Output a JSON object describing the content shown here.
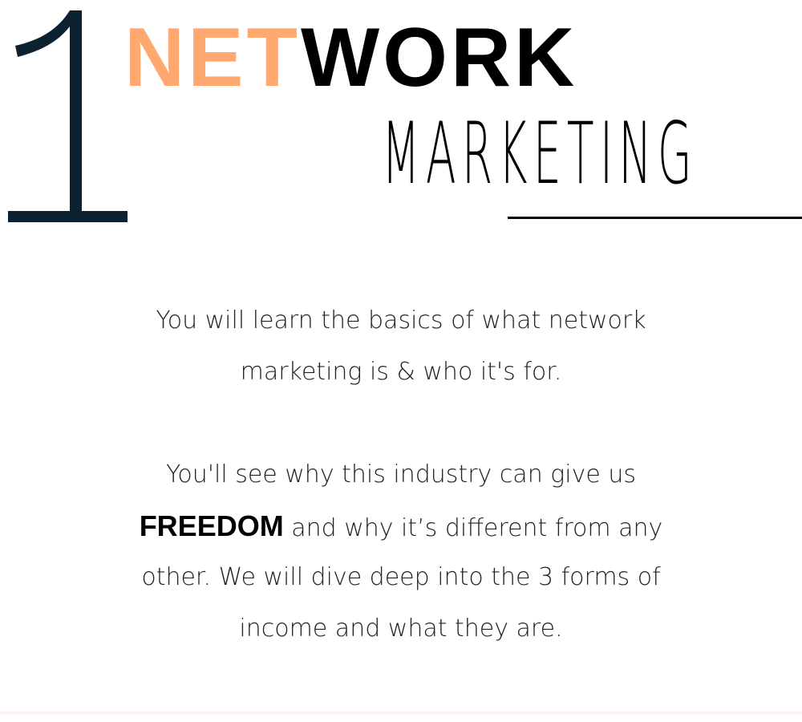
{
  "heading": {
    "number": "1",
    "title_accent": "NET",
    "title_rest": "WORK",
    "subtitle": "MARKETING"
  },
  "body": {
    "p1": [
      "You will learn the basics of what network",
      "marketing is & who it's for."
    ],
    "p2_line1": "You'll see why this industry can give us",
    "p2_emphasis": "FREEDOM",
    "p2_line2_rest": " and why it’s different from any",
    "p2_line3": "other. We will dive deep into the 3 forms of",
    "p2_line4": "income and what they are."
  },
  "colors": {
    "accent": "#FFA970",
    "number": "#0C2231",
    "strip": "#FFF2EE"
  }
}
